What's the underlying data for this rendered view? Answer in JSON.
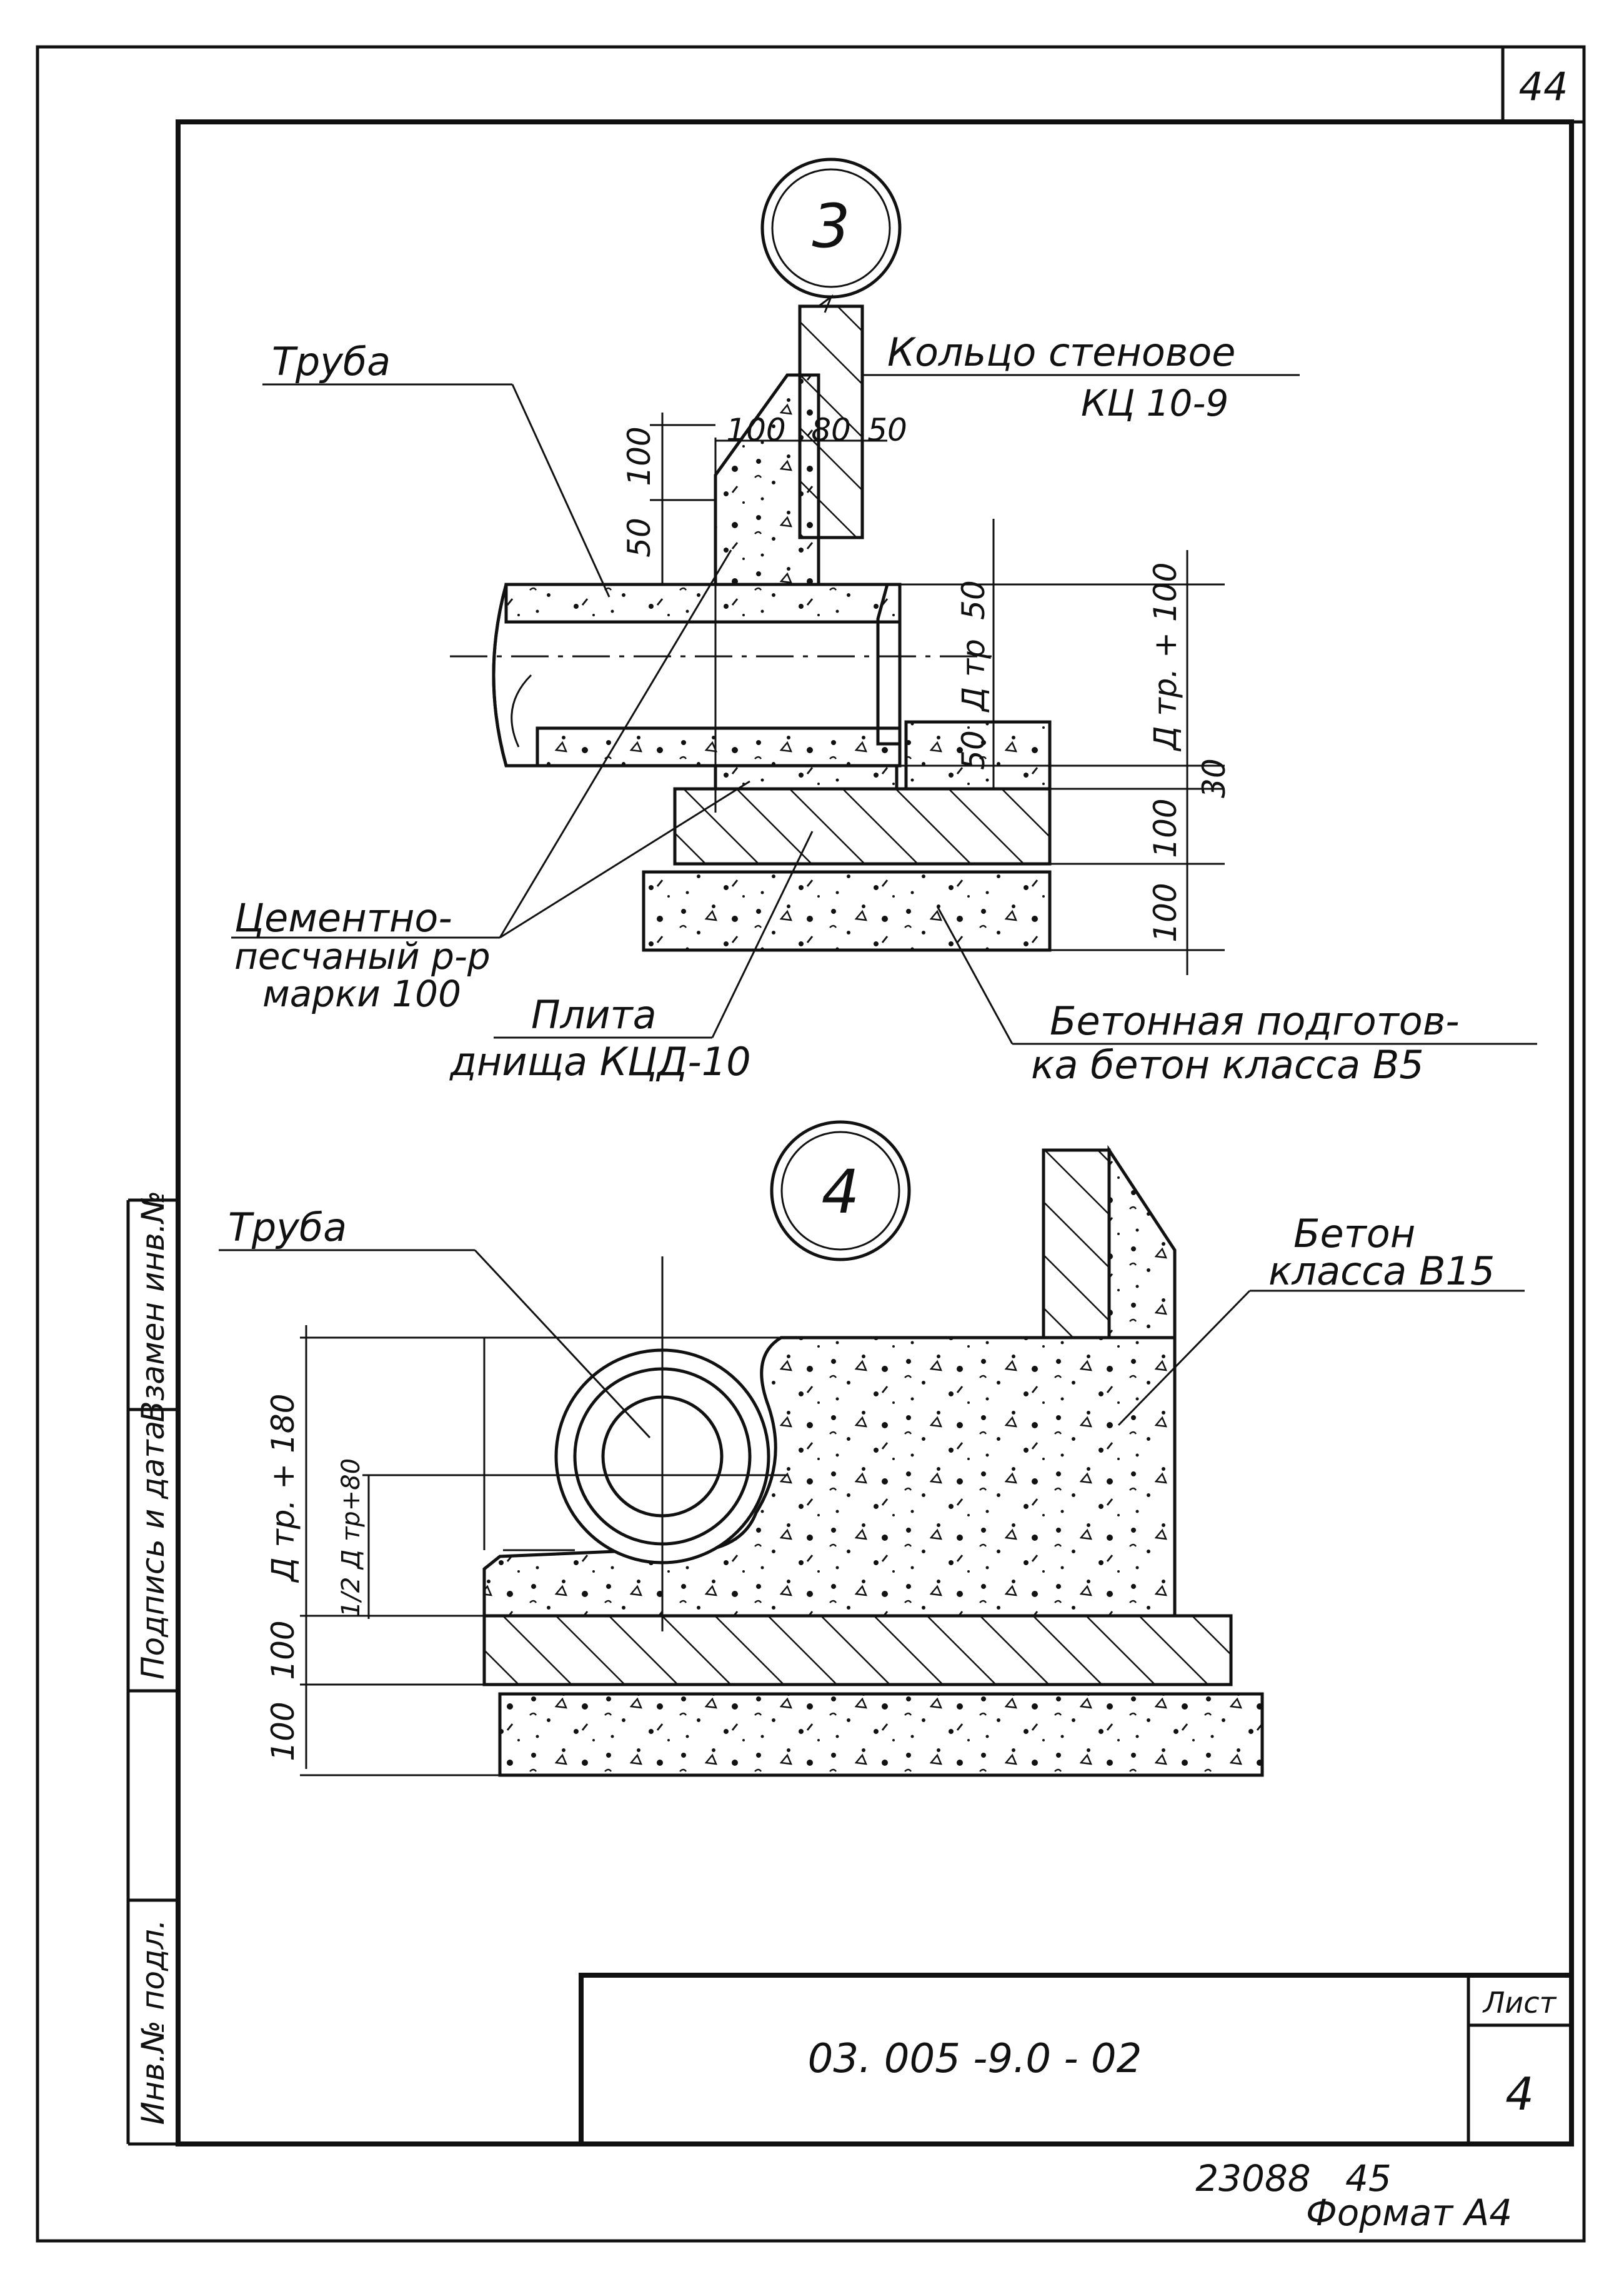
{
  "sheet": {
    "corner_number": "44",
    "doc_code": "03. 005 -9.0 - 02",
    "sheet_label": "Лист",
    "sheet_number": "4",
    "archive_numbers": "23088   45",
    "format_label": "Формат А4"
  },
  "side_stamp": {
    "inv_orig": "Инв.№ подл.",
    "sign_date": "Подпись и дата",
    "replaces": "Взамен инв.№"
  },
  "detail3": {
    "marker": "3",
    "label_pipe": "Труба",
    "label_ring_1": "Кольцо стеновое",
    "label_ring_2": "КЦ 10-9",
    "label_mortar_1": "Цементно-",
    "label_mortar_2": "песчаный р-р",
    "label_mortar_3": "марки 100",
    "label_slab_1": "Плита",
    "label_slab_2": "днища КЦД-10",
    "label_prep_1": "Бетонная подготов-",
    "label_prep_2": "ка бетон класса В5",
    "dim_100_top": "100",
    "dim_80": "80",
    "dim_50_top": "50",
    "dim_left_50": "50",
    "dim_left_100": "100",
    "dim_50_right": "50",
    "dim_dtr": "Д тр",
    "dim_50_low": "50",
    "dim_dtr_100": "Д тр. + 100",
    "dim_30": "30",
    "dim_100_slab": "100",
    "dim_100_prep": "100"
  },
  "detail4": {
    "marker": "4",
    "label_pipe": "Труба",
    "label_concrete_1": "Бетон",
    "label_concrete_2": "класса В15",
    "dim_dtr_180": "Д тр. + 180",
    "dim_half_dtr": "1/2 Д тр+80",
    "dim_100_a": "100",
    "dim_100_b": "100"
  }
}
